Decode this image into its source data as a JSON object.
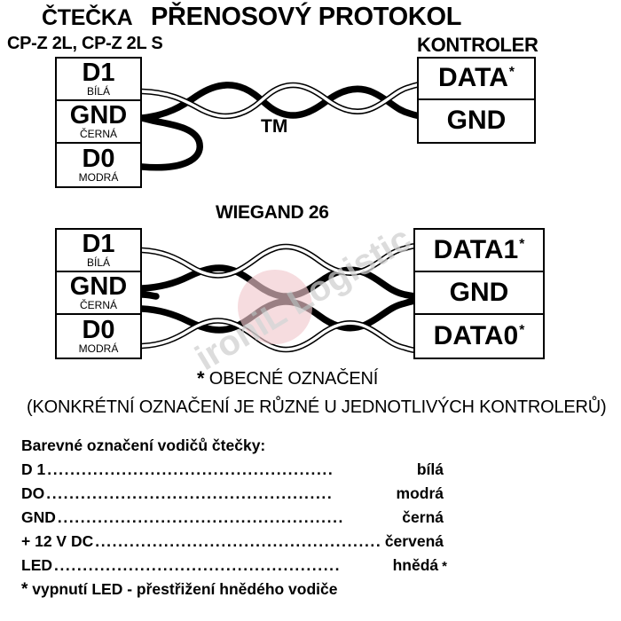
{
  "headings": {
    "reader": "ČTEČKA",
    "protocol": "PŘENOSOVÝ PROTOKOL",
    "models": "CP-Z 2L, CP-Z 2L S",
    "controller": "KONTROLER",
    "wiegand": "WIEGAND 26",
    "tm": "TM"
  },
  "reader_terminals_tm": [
    {
      "name": "D1",
      "color": "BÍLÁ"
    },
    {
      "name": "GND",
      "color": "ČERNÁ"
    },
    {
      "name": "D0",
      "color": "MODRÁ"
    }
  ],
  "reader_terminals_wiegand": [
    {
      "name": "D1",
      "color": "BÍLÁ"
    },
    {
      "name": "GND",
      "color": "ČERNÁ"
    },
    {
      "name": "D0",
      "color": "MODRÁ"
    }
  ],
  "controller_terminals_tm": [
    {
      "name": "DATA",
      "star": "*"
    },
    {
      "name": "GND",
      "star": ""
    }
  ],
  "controller_terminals_wiegand": [
    {
      "name": "DATA1",
      "star": "*"
    },
    {
      "name": "GND",
      "star": ""
    },
    {
      "name": "DATA0",
      "star": "*"
    }
  ],
  "notes": {
    "star": "*",
    "general": "OBECNÉ OZNAČENÍ",
    "specific": "(KONKRÉTNÍ OZNAČENÍ JE RŮZNÉ U JEDNOTLIVÝCH KONTROLERŮ)"
  },
  "legend": {
    "title": "Barevné označení vodičů čtečky:",
    "dots": "..................................................",
    "rows": [
      {
        "name": "D 1",
        "value": "bílá",
        "star": ""
      },
      {
        "name": "DO",
        "value": "modrá",
        "star": ""
      },
      {
        "name": "GND",
        "value": "černá",
        "star": ""
      },
      {
        "name": "+ 12 V DC",
        "value": "červená",
        "star": ""
      },
      {
        "name": "LED",
        "value": "hnědá",
        "star": "*"
      }
    ],
    "footnote_star": "*",
    "footnote": "vypnutí LED - přestřižení hnědého vodiče"
  },
  "watermark": {
    "text": "ironiL Logistic",
    "circle_color": "#f2c8cd",
    "text_color": "#cfcfcf"
  },
  "colors": {
    "ink": "#000000",
    "background": "#ffffff"
  }
}
